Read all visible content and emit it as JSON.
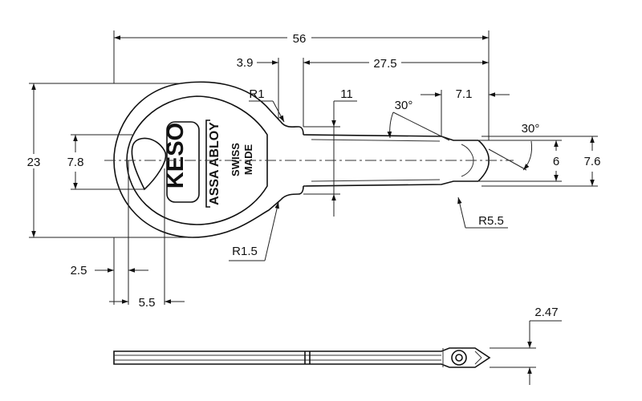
{
  "drawing": {
    "brand_logo": "KESO",
    "brand_company": "ASSA ABLOY",
    "origin_line1": "SWISS",
    "origin_line2": "MADE",
    "dimensions": {
      "overall_length": "56",
      "bow_offset": "3.9",
      "blade_length": "27.5",
      "radius_r1": "R1",
      "step_11": "11",
      "angle_upper": "30°",
      "tip_length": "7.1",
      "angle_tip": "30°",
      "bow_height": "23",
      "hole_height": "7.8",
      "blade_width_inner": "6",
      "blade_width_outer": "7.6",
      "radius_tip": "R5.5",
      "radius_r15": "R1.5",
      "offset_25": "2.5",
      "offset_55": "5.5",
      "thickness": "2.47"
    }
  }
}
